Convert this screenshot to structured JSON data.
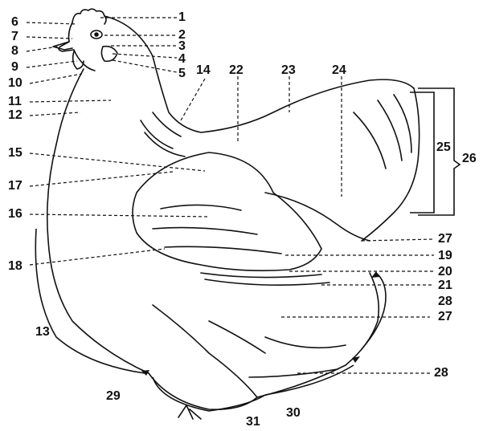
{
  "diagram": {
    "labels": {
      "l1": "1",
      "l2": "2",
      "l3": "3",
      "l4": "4",
      "l5": "5",
      "l6": "6",
      "l7": "7",
      "l8": "8",
      "l9": "9",
      "l10": "10",
      "l11": "11",
      "l12": "12",
      "l13": "13",
      "l14": "14",
      "l15": "15",
      "l16": "16",
      "l17": "17",
      "l18": "18",
      "l19": "19",
      "l20": "20",
      "l21": "21",
      "l22": "22",
      "l23": "23",
      "l24": "24",
      "l25": "25",
      "l26": "26",
      "l27a": "27",
      "l27b": "27",
      "l28a": "28",
      "l28b": "28",
      "l29": "29",
      "l30": "30",
      "l31": "31"
    },
    "colors": {
      "ink": "#111111",
      "background": "#ffffff"
    }
  }
}
